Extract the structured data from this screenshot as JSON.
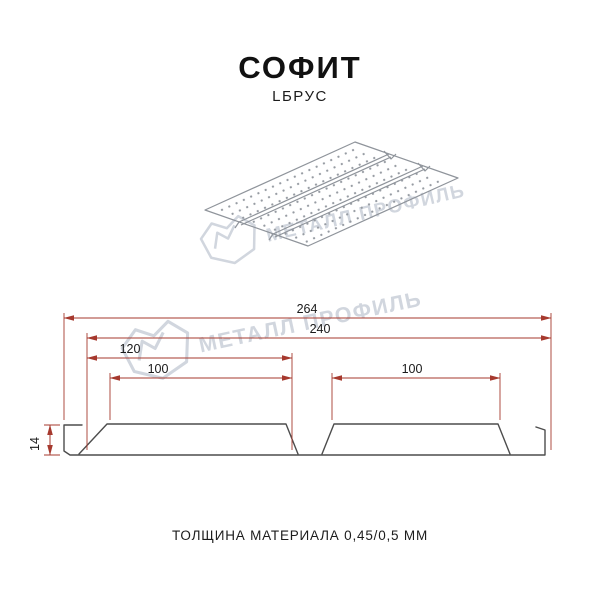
{
  "header": {
    "title": "СОФИТ",
    "subtitle": "LБРУС"
  },
  "watermark": {
    "text": "МЕТАЛЛ ПРОФИЛЬ"
  },
  "drawing": {
    "dimensions_mm": {
      "overall_width": "264",
      "useful_width": "240",
      "module_width": "120",
      "left_pan_width": "100",
      "right_pan_width": "100",
      "profile_height": "14"
    }
  },
  "footer": {
    "note": "ТОЛЩИНА МАТЕРИАЛА 0,45/0,5 ММ"
  },
  "colors": {
    "background": "#ffffff",
    "text": "#1a1a1a",
    "dimension_lines": "#a6392e",
    "profile_lines": "#4d4d4d",
    "panel_drawing_lines": "#8f949b",
    "watermark": "#c9cfd9"
  }
}
